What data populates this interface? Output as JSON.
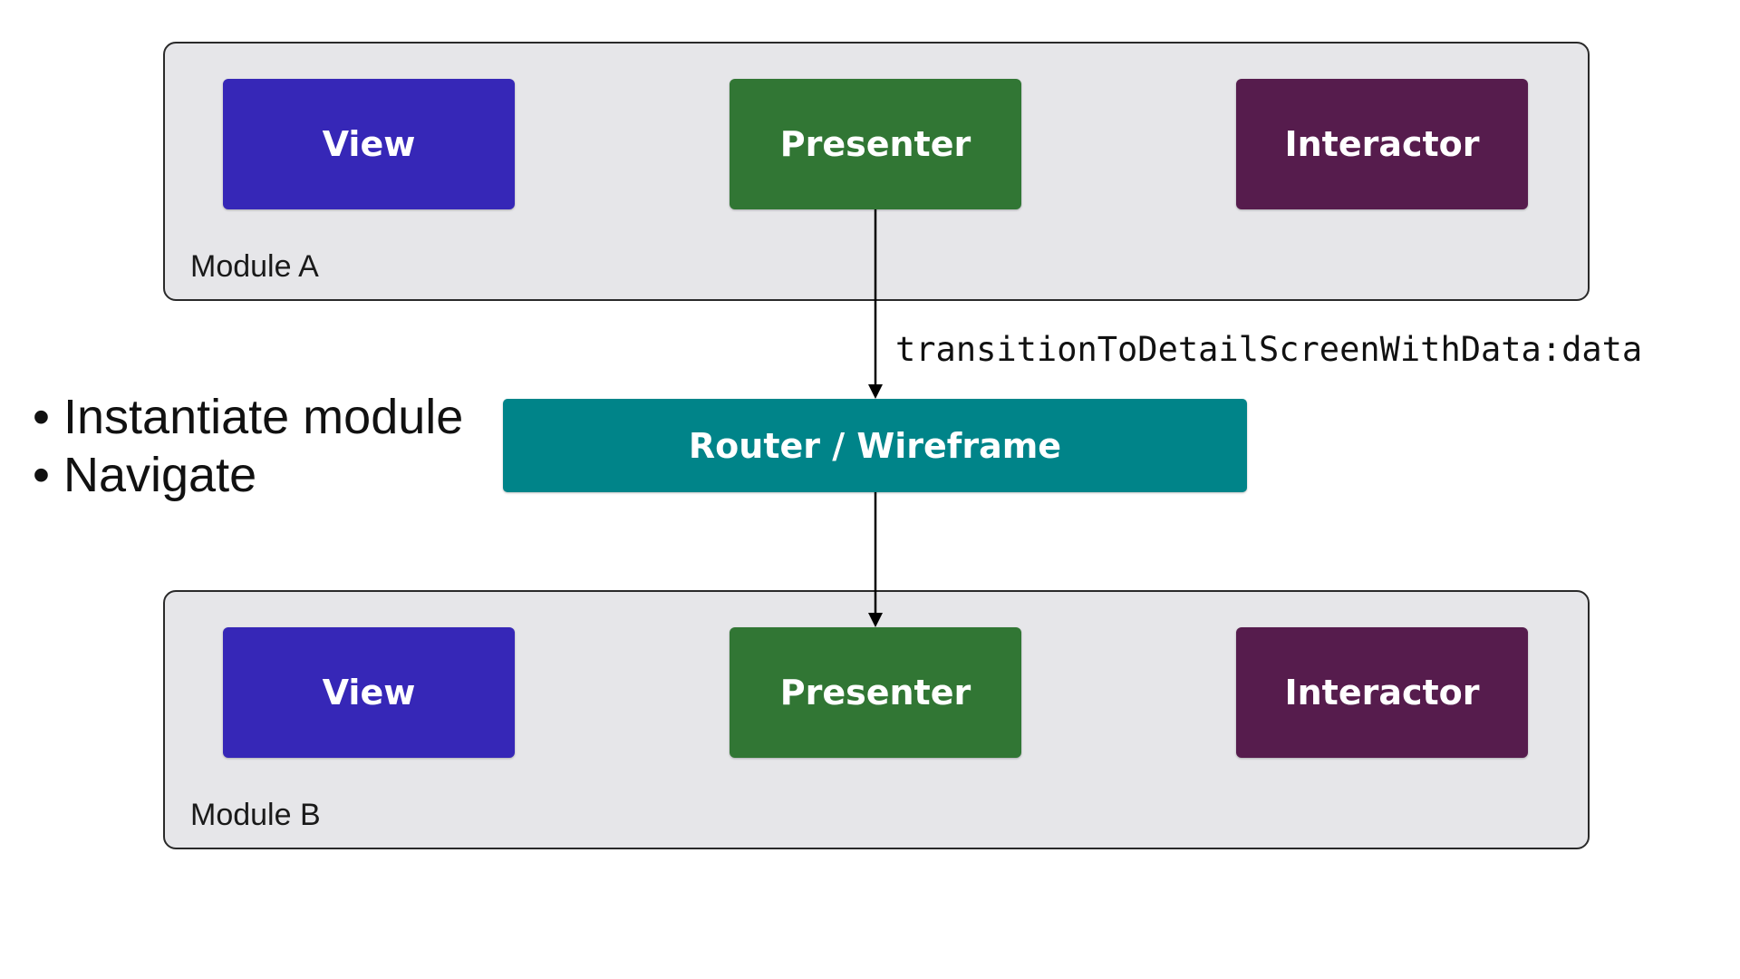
{
  "colors": {
    "view": "#3627b7",
    "presenter": "#317634",
    "interactor": "#561c4d",
    "router": "#008489",
    "module_background": "#e6e6e9",
    "line": "#000000"
  },
  "module_a": {
    "label": "Module A",
    "view": "View",
    "presenter": "Presenter",
    "interactor": "Interactor"
  },
  "module_b": {
    "label": "Module B",
    "view": "View",
    "presenter": "Presenter",
    "interactor": "Interactor"
  },
  "router": {
    "label": "Router / Wireframe"
  },
  "transition": {
    "label": "transitionToDetailScreenWithData:data"
  },
  "responsibilities": [
    "Instantiate module",
    "Navigate"
  ]
}
